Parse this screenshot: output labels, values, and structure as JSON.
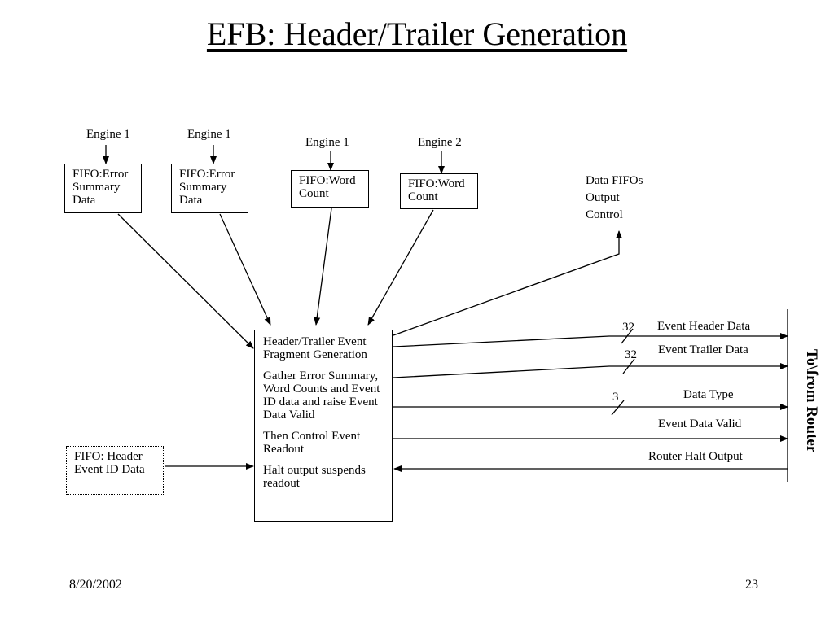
{
  "title": "EFB: Header/Trailer Generation",
  "inputs": [
    {
      "engine": "Engine 1",
      "box": "FIFO:Error\nSummary\nData"
    },
    {
      "engine": "Engine 1",
      "box": "FIFO:Error\nSummary\nData"
    },
    {
      "engine": "Engine 1",
      "box": "FIFO:Word\nCount"
    },
    {
      "engine": "Engine 2",
      "box": "FIFO:Word\nCount"
    }
  ],
  "header_fifo": "FIFO: Header\nEvent ID Data",
  "data_fifos_control": "Data FIFOs\nOutput\nControl",
  "main_block": {
    "p1": "Header/Trailer Event Fragment Generation",
    "p2": "Gather Error Summary, Word Counts and Event ID data and  raise Event Data Valid",
    "p3": "Then Control Event Readout",
    "p4": "Halt output suspends readout"
  },
  "outputs": [
    {
      "label": "Event Header Data",
      "width": "32"
    },
    {
      "label": "Event Trailer Data",
      "width": "32"
    },
    {
      "label": "Data Type",
      "width": "3"
    },
    {
      "label": "Event Data Valid"
    },
    {
      "label": "Router Halt Output"
    }
  ],
  "router_label": "To\\from Router",
  "footer": {
    "date": "8/20/2002",
    "page": "23"
  }
}
